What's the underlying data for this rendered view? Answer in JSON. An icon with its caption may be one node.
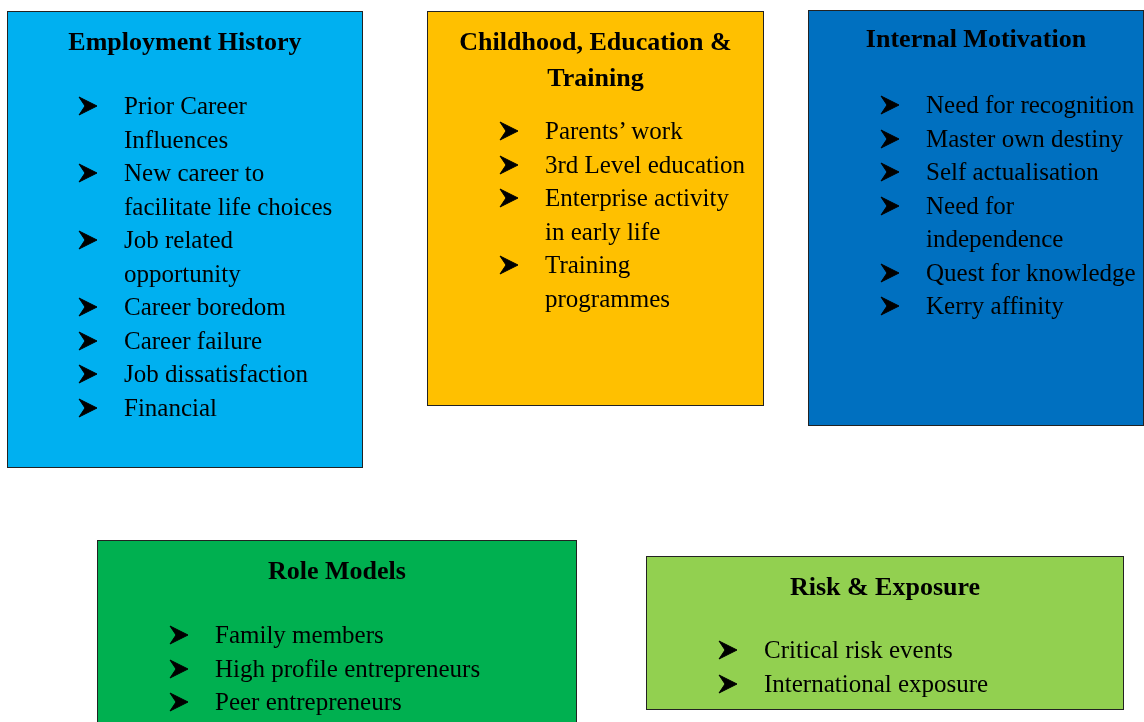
{
  "diagram": {
    "nodes": [
      {
        "text": [
          "Employment History",
          "Prior Career Influences",
          "New career to facilitate life choices",
          "Job related opportunity",
          "Career boredom",
          "Career failure",
          "Job dissatisfaction",
          "Financial"
        ]
      },
      {
        "text": [
          "Childhood, Education & Training",
          "Parents’ work",
          "3rd Level education",
          "Enterprise activity in early life",
          "Training programmes"
        ]
      },
      {
        "text": [
          "Internal Motivation",
          "Need for recognition",
          "Master own destiny",
          "Self actualisation",
          "Need for independence",
          "Quest for knowledge",
          "Kerry affinity"
        ]
      },
      {
        "text": [
          "Role Models",
          "Family members",
          "High profile entrepreneurs",
          "Peer entrepreneurs"
        ]
      },
      {
        "text": [
          "Risk & Exposure",
          "Critical risk events",
          "International exposure"
        ]
      }
    ]
  }
}
